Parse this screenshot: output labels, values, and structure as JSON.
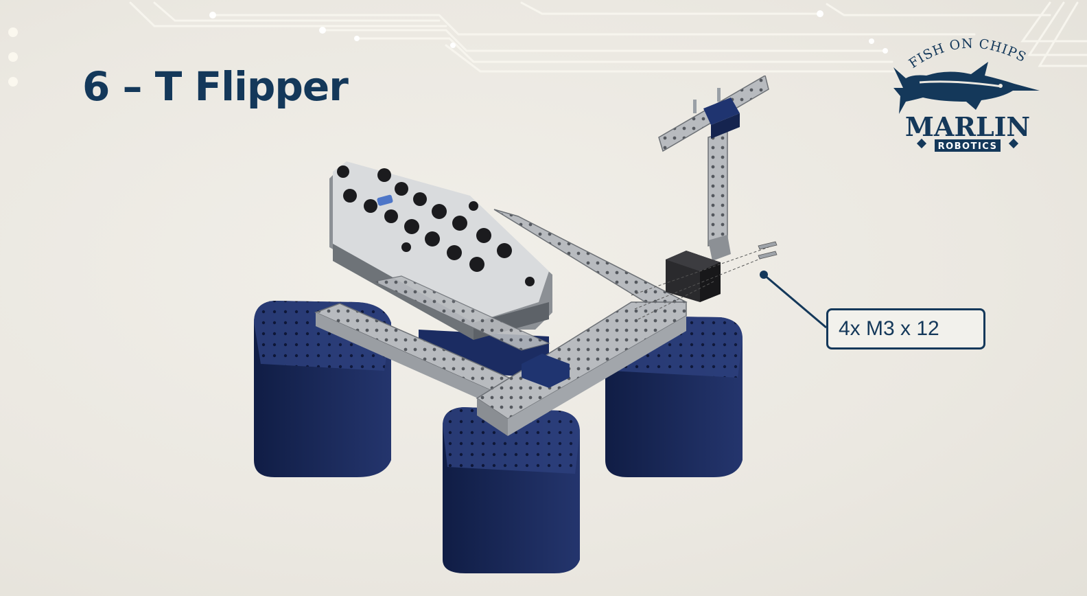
{
  "slide": {
    "title": "6 – T Flipper",
    "callout_label": "4x M3 x 12"
  },
  "logo": {
    "arc_text": "FISH ON CHIPS",
    "brand": "MARLIN",
    "sub": "ROBOTICS"
  },
  "colors": {
    "background": "#ebe8e1",
    "navy": "#14385a",
    "float_blue": "#17275a",
    "metal": "#b9bcc0"
  },
  "icons": [
    "circuit-trace-decoration",
    "marlin-fish-icon",
    "diamond-icon"
  ]
}
